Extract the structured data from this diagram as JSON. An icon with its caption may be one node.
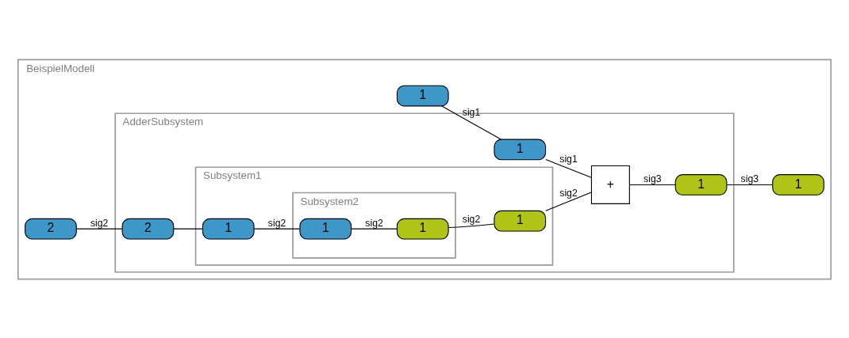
{
  "diagram": {
    "nodes": [
      {
        "text": [
          "BeispielModell"
        ]
      },
      {
        "text": [
          "AdderSubsystem"
        ],
        "in": 0
      },
      {
        "text": [
          "1"
        ],
        "in": 0
      },
      {
        "text": [
          "2"
        ],
        "in": 0
      },
      {
        "text": [
          "1"
        ],
        "in": 1
      },
      {
        "text": [
          "2"
        ],
        "in": 1
      },
      {
        "text": [
          "+"
        ],
        "in": 1
      },
      {
        "text": [
          "1"
        ],
        "in": 1
      },
      {
        "text": [
          "Subsystem1"
        ],
        "in": 1
      },
      {
        "text": [
          "1"
        ],
        "in": 8
      },
      {
        "text": [
          "Subsystem2"
        ],
        "in": 8
      },
      {
        "text": [
          "1"
        ],
        "in": 10
      },
      {
        "text": [
          "1"
        ],
        "in": 10
      },
      {
        "text": [
          "1"
        ],
        "in": 8
      },
      {
        "text": [
          "1"
        ],
        "in": 0
      }
    ],
    "edges": [
      {
        "from": 2,
        "to": 4,
        "arrow": "none",
        "label": "sig1"
      },
      {
        "from": 4,
        "to": 6,
        "arrow": "none",
        "label": "sig1"
      },
      {
        "from": 6,
        "to": 7,
        "arrow": "none",
        "label": "sig3"
      },
      {
        "from": 7,
        "to": 14,
        "arrow": "none",
        "label": "sig3"
      },
      {
        "from": 3,
        "to": 5,
        "arrow": "none",
        "label": "sig2"
      },
      {
        "from": 5,
        "to": 9,
        "arrow": "none"
      },
      {
        "from": 9,
        "to": 11,
        "arrow": "none",
        "label": "sig2"
      },
      {
        "from": 11,
        "to": 12,
        "arrow": "none",
        "label": "sig2"
      },
      {
        "from": 12,
        "to": 13,
        "arrow": "none",
        "label": "sig2"
      },
      {
        "from": 13,
        "to": 6,
        "arrow": "none",
        "label": "sig2"
      }
    ]
  }
}
